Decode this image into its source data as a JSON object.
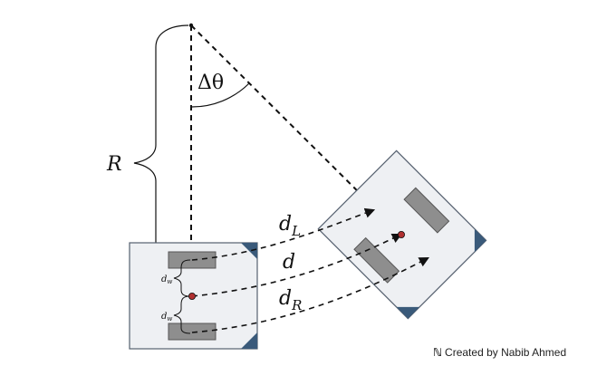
{
  "labels": {
    "radius": "R",
    "delta_theta": "Δθ",
    "d_left": "d",
    "d_left_sub": "L",
    "d_center": "d",
    "d_right": "d",
    "d_right_sub": "R",
    "dw_top": "d",
    "dw_top_sub": "w",
    "dw_bottom": "d",
    "dw_bottom_sub": "w"
  },
  "credit": {
    "icon": "n-logo-icon",
    "text": "Created by Nabib Ahmed"
  },
  "colors": {
    "robot_fill": "#eef0f3",
    "robot_stroke": "#55606f",
    "wheel_fill": "#8e8e8e",
    "wheel_stroke": "#555555",
    "corner_marker": "#3a5a7a",
    "center_point": "#b03030"
  }
}
